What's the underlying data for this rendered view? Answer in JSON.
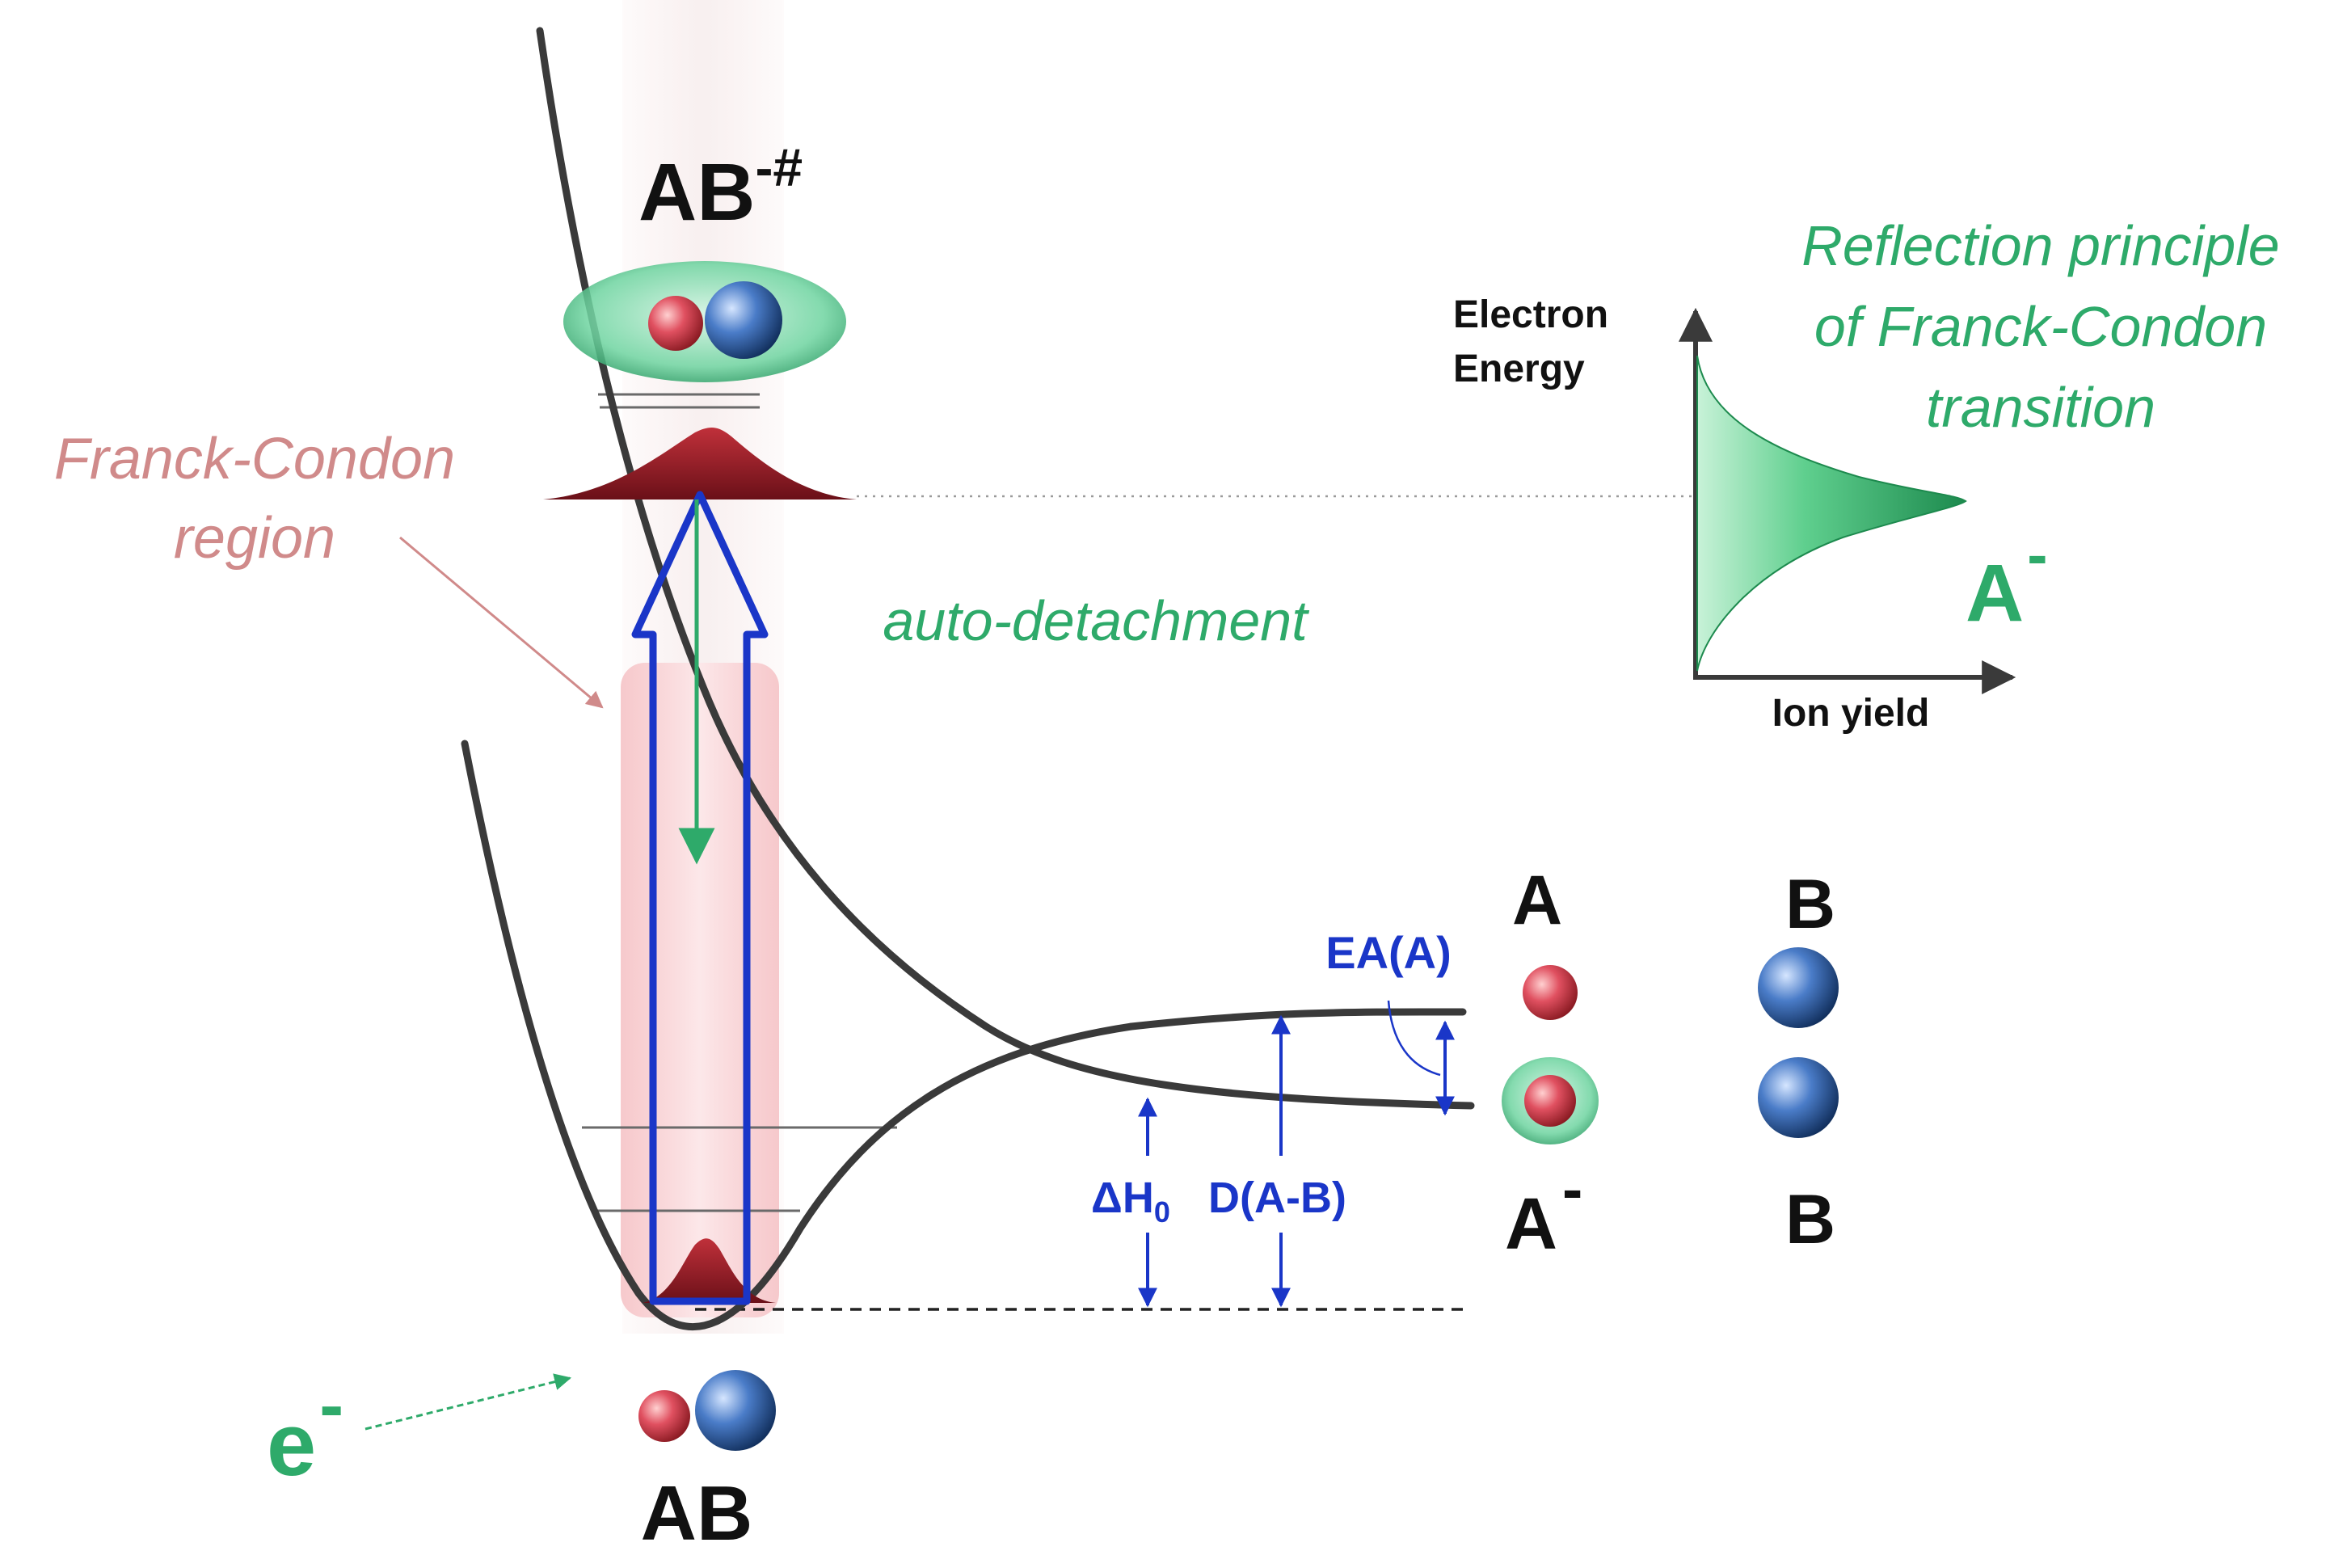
{
  "labels": {
    "ab_excited": "AB",
    "ab_excited_sup": "-#",
    "franck_condon_line1": "Franck-Condon",
    "franck_condon_line2": "region",
    "auto_detachment": "auto-detachment",
    "reflection_line1": "Reflection principle",
    "reflection_line2": "of Franck-Condon",
    "reflection_line3": "transition",
    "electron_energy_line1": "Electron",
    "electron_energy_line2": "Energy",
    "ion_yield": "Ion yield",
    "anion_a": "A",
    "anion_a_sup": "-",
    "atom_a": "A",
    "atom_b_top": "B",
    "ea": "EA(A)",
    "delta_h": "ΔH",
    "delta_h_sub": "0",
    "dissociation": "D(A-B)",
    "anion_a_bottom": "A",
    "anion_a_bottom_sup": "-",
    "atom_b_bottom": "B",
    "electron": "e",
    "electron_sup": "-",
    "ab_ground": "AB"
  },
  "colors": {
    "curve": "#3a3a3a",
    "green": "#2eaa6a",
    "pink_text": "#d08a8a",
    "blue": "#1a36c8",
    "dark_red": "#8a1a22",
    "atom_red": "#e0505a",
    "atom_blue": "#3a6ab8"
  }
}
